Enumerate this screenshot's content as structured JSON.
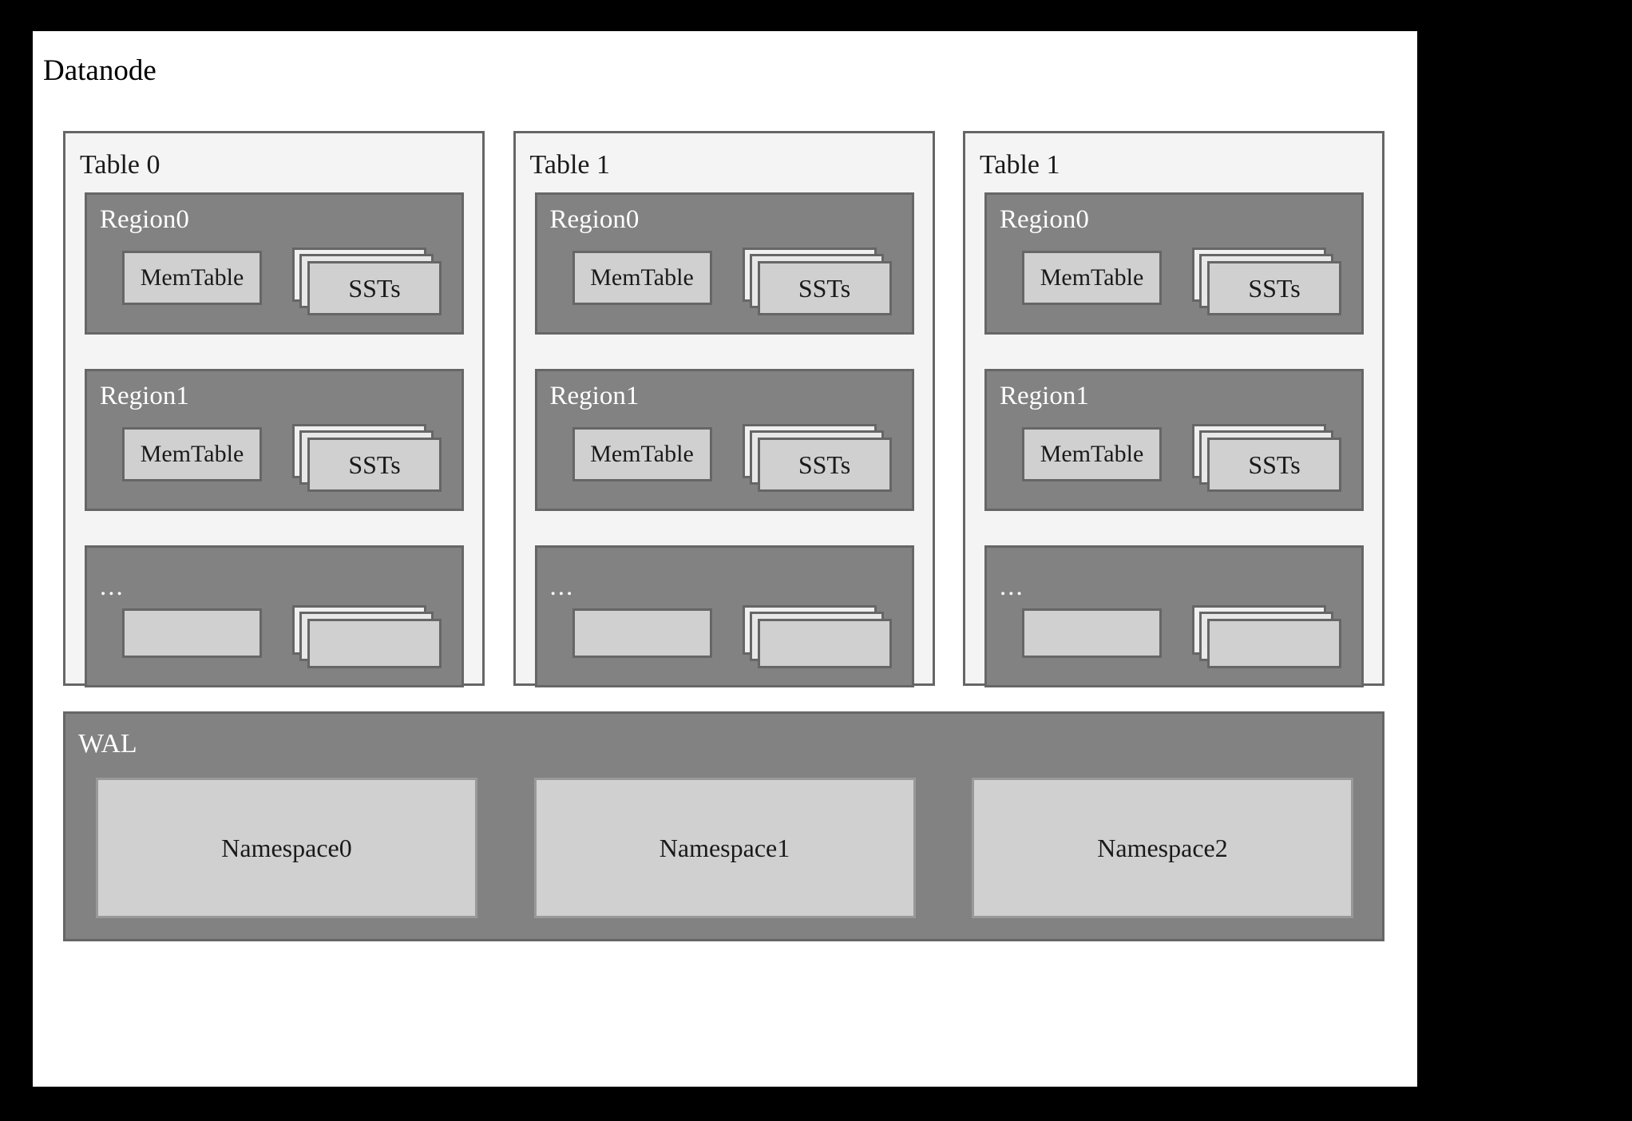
{
  "diagram": {
    "title": "Datanode",
    "tables": [
      {
        "label": "Table 0",
        "regions": [
          {
            "label": "Region0",
            "memtable": "MemTable",
            "sst": "SSTs"
          },
          {
            "label": "Region1",
            "memtable": "MemTable",
            "sst": "SSTs"
          },
          {
            "label": "...",
            "memtable": "",
            "sst": ""
          }
        ]
      },
      {
        "label": "Table 1",
        "regions": [
          {
            "label": "Region0",
            "memtable": "MemTable",
            "sst": "SSTs"
          },
          {
            "label": "Region1",
            "memtable": "MemTable",
            "sst": "SSTs"
          },
          {
            "label": "...",
            "memtable": "",
            "sst": ""
          }
        ]
      },
      {
        "label": "Table 1",
        "regions": [
          {
            "label": "Region0",
            "memtable": "MemTable",
            "sst": "SSTs"
          },
          {
            "label": "Region1",
            "memtable": "MemTable",
            "sst": "SSTs"
          },
          {
            "label": "...",
            "memtable": "",
            "sst": ""
          }
        ]
      }
    ],
    "wal": {
      "label": "WAL",
      "namespaces": [
        "Namespace0",
        "Namespace1",
        "Namespace2"
      ]
    },
    "colors": {
      "canvas": "#ffffff",
      "frame": "#000000",
      "table_panel_bg": "#f4f4f4",
      "region_bg": "#828282",
      "box_bg": "#d0d0d0",
      "border": "#666666",
      "text_dark": "#1a1a1a",
      "text_light": "#ffffff"
    }
  }
}
